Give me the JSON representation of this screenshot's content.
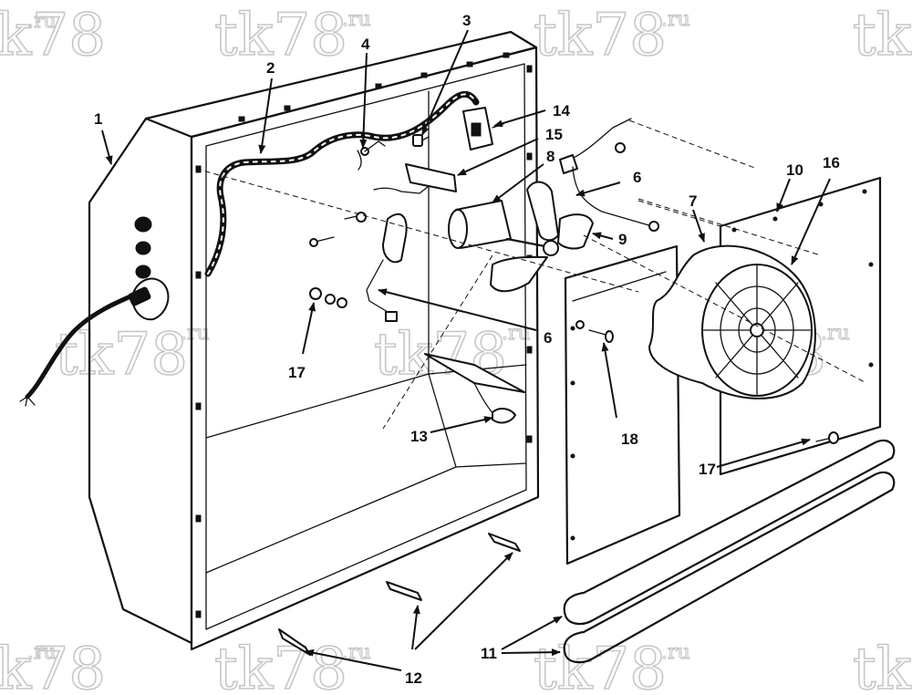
{
  "watermark": {
    "brand": "tk78",
    "suffix": ".ru"
  },
  "callouts": {
    "c1": "1",
    "c2": "2",
    "c3": "3",
    "c4": "4",
    "c6a": "6",
    "c6b": "6",
    "c7": "7",
    "c8": "8",
    "c9": "9",
    "c10": "10",
    "c11": "11",
    "c12": "12",
    "c13": "13",
    "c14": "14",
    "c15": "15",
    "c16": "16",
    "c17a": "17",
    "c17b": "17",
    "c18": "18"
  }
}
